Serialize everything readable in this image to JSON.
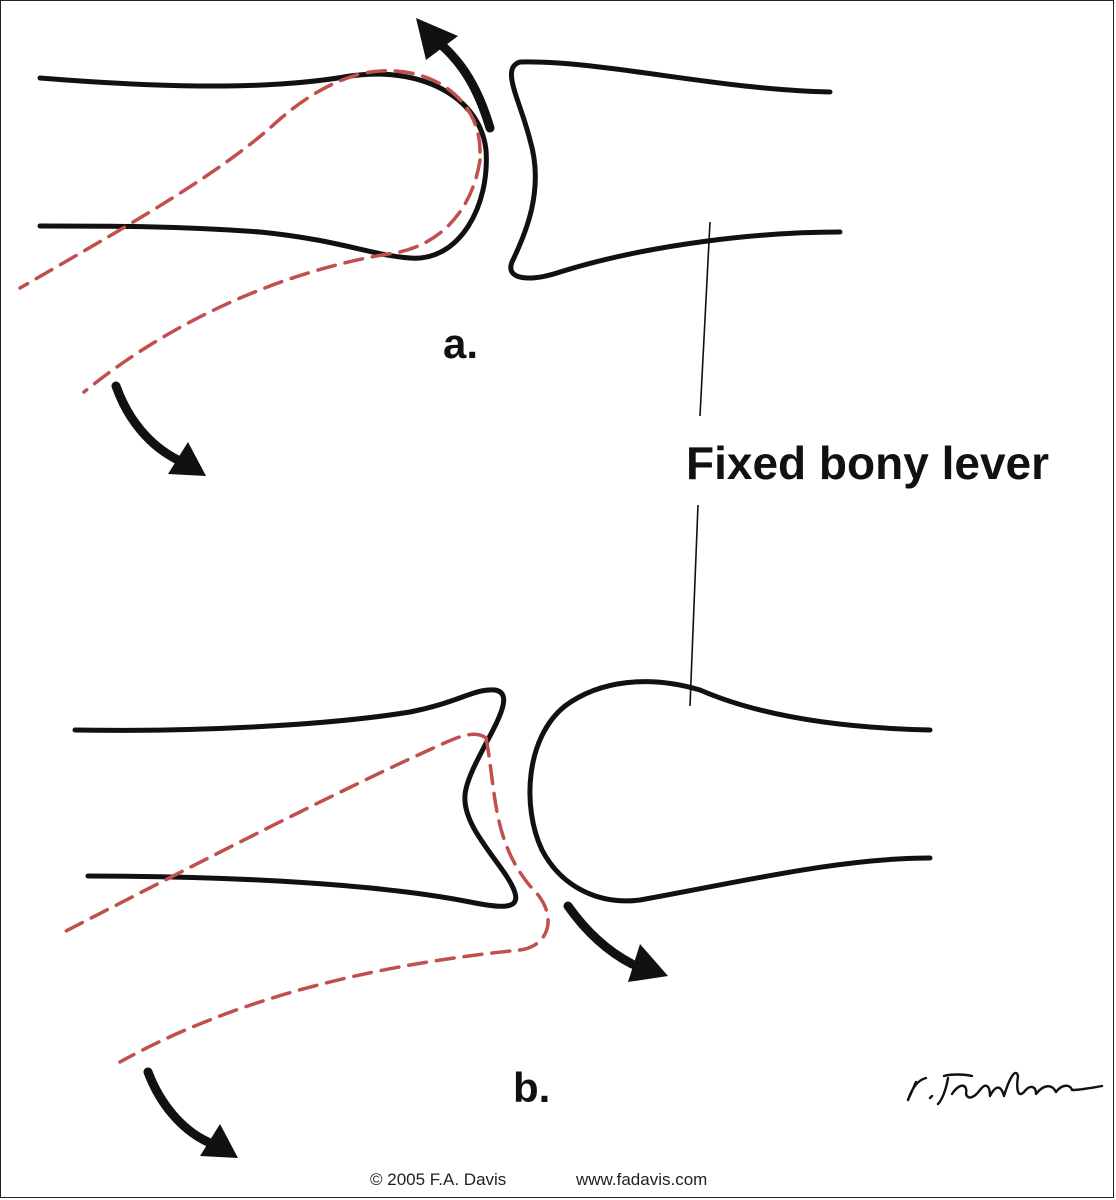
{
  "labels": {
    "panel_a": "a.",
    "panel_b": "b.",
    "callout": "Fixed bony lever"
  },
  "footer": {
    "copyright": "© 2005 F.A. Davis",
    "website": "www.fadavis.com"
  },
  "signature": "V.Fanhor",
  "colors": {
    "bone_outline": "#111111",
    "moved_position": "#c0504d"
  }
}
